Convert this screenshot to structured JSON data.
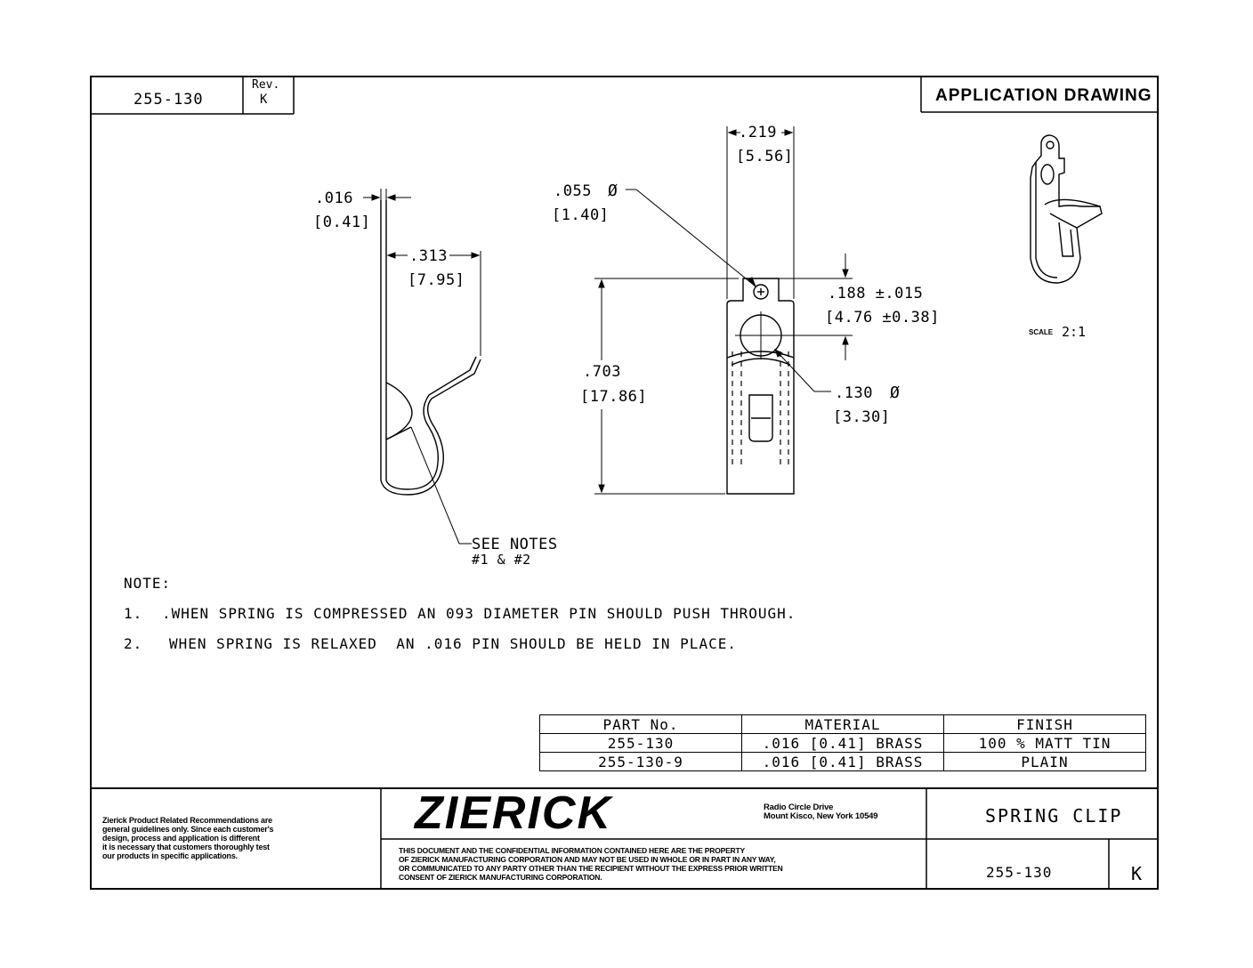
{
  "title_block": {
    "part_number": "255-130",
    "rev_label": "Rev.",
    "rev_value": "K",
    "drawing_type": "APPLICATION DRAWING"
  },
  "side_view": {
    "thickness_in": ".016",
    "thickness_mm": "[0.41]",
    "width_in": ".313",
    "width_mm": "[7.95]",
    "callout_line1": "SEE NOTES",
    "callout_line2": "#1 & #2"
  },
  "front_view": {
    "width_in": ".219",
    "width_mm": "[5.56]",
    "small_hole_in": ".055",
    "small_hole_mm": "[1.40]",
    "diameter_symbol": "Ø",
    "offset_in": ".188 ±.015",
    "offset_mm": "[4.76 ±0.38]",
    "height_in": ".703",
    "height_mm": "[17.86]",
    "large_hole_in": ".130",
    "large_hole_mm": "[3.30]"
  },
  "iso_view": {
    "scale_label": "SCALE",
    "scale_value": "2:1"
  },
  "notes": {
    "heading": "NOTE:",
    "items": [
      {
        "num": "1.",
        "text": ".WHEN SPRING IS COMPRESSED AN 093 DIAMETER PIN SHOULD PUSH THROUGH."
      },
      {
        "num": "2.",
        "text": "WHEN SPRING IS RELAXED  AN .016 PIN SHOULD BE HELD IN PLACE."
      }
    ]
  },
  "parts_table": {
    "headers": [
      "PART No.",
      "MATERIAL",
      "FINISH"
    ],
    "rows": [
      [
        "255-130",
        ".016 [0.41] BRASS",
        "100 % MATT TIN"
      ],
      [
        "255-130-9",
        ".016 [0.41] BRASS",
        "PLAIN"
      ]
    ]
  },
  "footer": {
    "disclaimer": [
      "Zierick Product Related Recommendations are",
      "general guidelines only. Since each customer's",
      "design, process and application is different",
      "it is necessary that customers thoroughly test",
      "our products in specific applications."
    ],
    "logo": "ZIERICK",
    "address_line1": "Radio Circle Drive",
    "address_line2": "Mount Kisco, New York 10549",
    "confidential": [
      "THIS DOCUMENT AND THE CONFIDENTIAL INFORMATION CONTAINED HERE ARE THE PROPERTY",
      "OF ZIERICK MANUFACTURING CORPORATION AND MAY NOT BE USED IN WHOLE OR IN PART IN ANY WAY,",
      "OR COMMUNICATED TO ANY PARTY OTHER THAN THE RECIPIENT WITHOUT THE EXPRESS PRIOR WRITTEN",
      "CONSENT OF ZIERICK MANUFACTURING CORPORATION."
    ],
    "part_title": "SPRING CLIP",
    "part_number": "255-130",
    "revision": "K"
  }
}
